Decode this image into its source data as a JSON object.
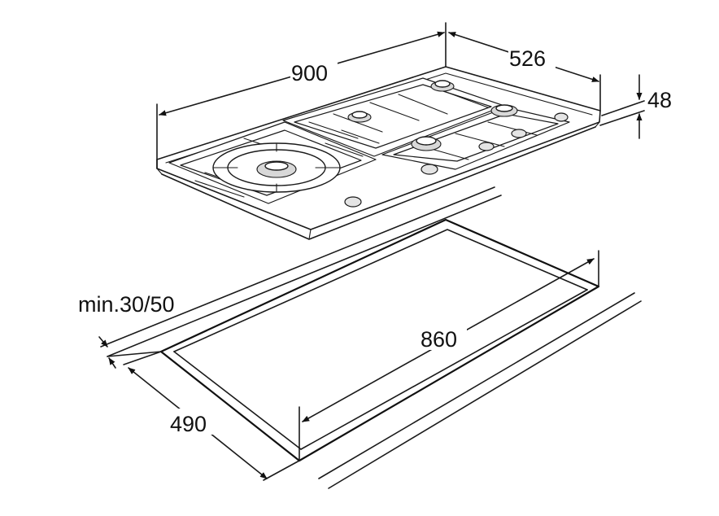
{
  "dimensions": {
    "width": "900",
    "depth": "526",
    "height": "48",
    "min_clearance": "min.30/50",
    "cutout_width": "860",
    "cutout_depth": "490"
  },
  "colors": {
    "line": "#1a1a1a",
    "background": "#ffffff",
    "shade": "#d8d8d8"
  }
}
